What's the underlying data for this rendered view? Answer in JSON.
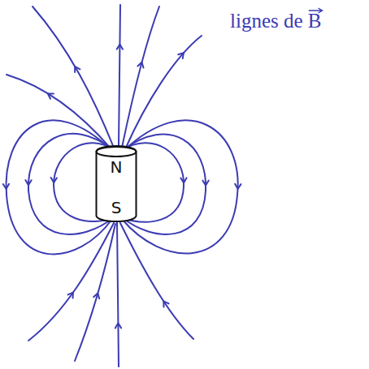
{
  "diagram": {
    "nodes": [
      {
        "text": [
          "N",
          "S"
        ]
      }
    ],
    "labels": [
      "lignes de B"
    ]
  }
}
